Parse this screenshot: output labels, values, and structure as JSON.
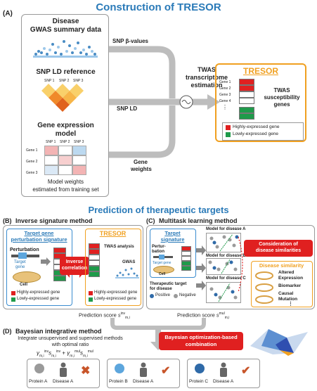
{
  "section_a": {
    "label": "(A)",
    "title": "Construction of TRESOR",
    "input_box": {
      "gwas_title_1": "Disease",
      "gwas_title_2": "GWAS summary data",
      "ld_title": "SNP LD reference",
      "ld_snps": [
        "SNP 1",
        "SNP 2",
        "SNP 3"
      ],
      "expr_title_1": "Gene expression",
      "expr_title_2": "model",
      "expr_snps": [
        "SNP 1",
        "SNP 2",
        "SNP 3"
      ],
      "expr_genes": [
        "Gene 1",
        "Gene 2",
        "Gene 3"
      ],
      "weights_note_1": "Model weights",
      "weights_note_2": "estimated from training set"
    },
    "arrow_labels": {
      "snp_p": "SNP β-values",
      "snp_ld": "SNP LD",
      "gene_weights_1": "Gene",
      "gene_weights_2": "weights"
    },
    "twas_label_1": "TWAS",
    "twas_label_2": "transcriptome",
    "twas_label_3": "estimation",
    "tresor_box": {
      "title": "TRESOR",
      "genes": [
        "Gene 1",
        "Gene 2",
        "Gene 3",
        "Gene 4",
        "⋮"
      ],
      "side_1": "TWAS",
      "side_2": "susceptibility",
      "side_3": "genes",
      "legend_high": "Highly-expressed gene",
      "legend_low": "Lowly-expressed gene"
    }
  },
  "section_pred_title": "Prediction of therapeutic targets",
  "section_b": {
    "label": "(B)",
    "title": "Inverse signature method",
    "sub_title_1": "Target gene",
    "sub_title_2": "perturbation signature",
    "perturbation": "Perturbation",
    "target_gene_1": "Target",
    "target_gene_2": "gene",
    "cell": "Cell",
    "legend_high": "Highly-expressed gene",
    "legend_low": "Lowly-expressed gene",
    "inverse_1": "Inverse",
    "inverse_2": "correlation",
    "tresor": "TRESOR",
    "twas_analysis": "TWAS analysis",
    "gwas": "GWAS",
    "tresor_legend_high": "Highly-expressed gene",
    "tresor_legend_low": "Lowly-expressed gene",
    "score_label": "Prediction score"
  },
  "section_c": {
    "label": "(C)",
    "title": "Multitask learning method",
    "target_sig_1": "Target",
    "target_sig_2": "signature",
    "perturbation_1": "Pertur-",
    "perturbation_2": "bation",
    "target_gene": "Target gene",
    "cell": "Cell",
    "therapeutic_1": "Therapeutic target",
    "therapeutic_2": "for disease",
    "positive": "Positive",
    "negative": "Negative",
    "model_a": "Model for disease A",
    "model_b": "Model for disease B",
    "model_c": "Model for disease C",
    "consideration_1": "Consideration of",
    "consideration_2": "disease similarities",
    "similarity_title": "Disease similarity",
    "similarity_items": [
      "Altered",
      "Expression",
      "Biomarker",
      "Causal",
      "Mutation",
      "⋮"
    ],
    "score_label": "Prediction score"
  },
  "section_d": {
    "label": "(D)",
    "title": "Bayesian integrative method",
    "desc_1": "Integrate unsupervised and supervised methods",
    "desc_2": "with optimal ratio",
    "bayes_1": "Bayesian optimization-based",
    "bayes_2": "combination",
    "results": [
      {
        "protein": "Protein A",
        "disease": "Disease A",
        "mark": "✖",
        "mark_color": "#c8552a",
        "dot_color": "#9a9a9a"
      },
      {
        "protein": "Protein B",
        "disease": "Disease A",
        "mark": "✔",
        "mark_color": "#c8552a",
        "dot_color": "#5da6dd"
      },
      {
        "protein": "Protein C",
        "disease": "Disease A",
        "mark": "✔",
        "mark_color": "#c8552a",
        "dot_color": "#2f6aa8"
      }
    ]
  },
  "colors": {
    "title_blue": "#2a7ab8",
    "tresor_orange": "#f0a020",
    "panel_blue": "#3a8ccf",
    "red": "#e02020",
    "green": "#1f9a4a"
  }
}
